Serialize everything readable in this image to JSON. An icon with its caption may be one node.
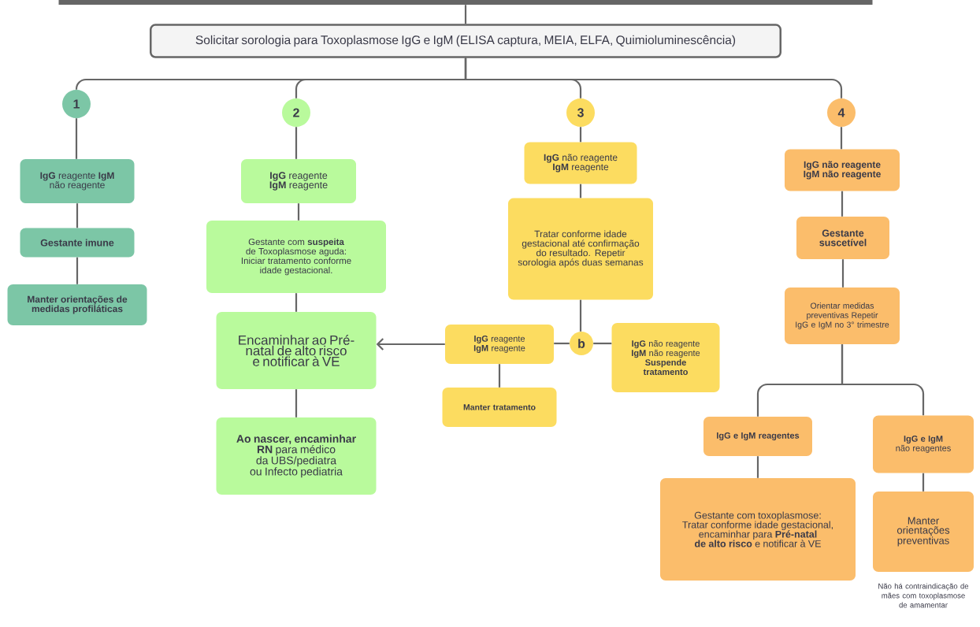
{
  "diagram": {
    "nodes": [
      {
        "text": [],
        "shape": "box"
      },
      {
        "text": [
          "Solicitar sorologia para Toxoplasmose IgG e IgM (ELISA captura, MEIA, ELFA, Quimioluminescência)"
        ]
      },
      {
        "text": [
          "1"
        ]
      },
      {
        "text": [
          "2"
        ]
      },
      {
        "text": [
          "3"
        ]
      },
      {
        "text": [
          "4"
        ]
      },
      {
        "text": [
          "**IgG** reagente **IgM** não reagente"
        ]
      },
      {
        "text": [
          "Gestante imune"
        ]
      },
      {
        "text": [
          "Manter orientações de medidas profiláticas"
        ]
      },
      {
        "text": [
          "**IgG** reagente **IgM** reagente"
        ]
      },
      {
        "text": [
          "Gestante com **suspeita** de Toxoplasmose aguda: Iniciar tratamento conforme idade gestacional."
        ]
      },
      {
        "text": [
          "Encaminhar ao Pré-natal de alto risco e notificar à VE"
        ]
      },
      {
        "text": [
          "**Ao nascer, encaminhar RN** para médico da UBS/pediatra ou Infecto pediatria"
        ]
      },
      {
        "text": [
          "**IgG** não reagente **IgM** reagente"
        ]
      },
      {
        "text": [
          "Tratar conforme idade gestacional até confirmação do resultado. Repetir sorologia após duas semanas"
        ]
      },
      {
        "text": [
          "b"
        ]
      },
      {
        "text": [
          "**IgG** reagente **IgM** reagente"
        ]
      },
      {
        "text": [
          "Manter tratamento"
        ]
      },
      {
        "text": [
          "**IgG** não reagente **IgM** não reagente **Suspende tratamento**"
        ]
      },
      {
        "text": [
          "IgG não reagente IgM não reagente"
        ]
      },
      {
        "text": [
          "Gestante suscetível"
        ]
      },
      {
        "text": [
          "Orientar medidas preventivas Repetir IgG e IgM no 3° trimestre"
        ]
      },
      {
        "text": [
          "IgG e IgM reagentes"
        ]
      },
      {
        "text": [
          "**IgG e IgM** não reagentes"
        ]
      },
      {
        "text": [
          "Gestante com toxoplasmose: Tratar conforme idade gestacional, encaminhar para **Pré-natal de alto risco** e notificar à VE"
        ]
      },
      {
        "text": [
          "Manter orientações preventivas"
        ],
        "beside": [
          "Não há contraindicação de mães com toxoplasmose de amamentar"
        ]
      }
    ],
    "edges": [
      {
        "from": 0,
        "to": 1,
        "arrow": "none"
      },
      {
        "from": 1,
        "to": 2,
        "arrow": "none"
      },
      {
        "from": 1,
        "to": 3,
        "arrow": "none"
      },
      {
        "from": 1,
        "to": 4,
        "arrow": "none"
      },
      {
        "from": 1,
        "to": 5,
        "arrow": "none"
      },
      {
        "from": 2,
        "to": 6,
        "arrow": "none"
      },
      {
        "from": 6,
        "to": 7,
        "arrow": "none"
      },
      {
        "from": 7,
        "to": 8,
        "arrow": "none"
      },
      {
        "from": 3,
        "to": 9,
        "arrow": "none"
      },
      {
        "from": 9,
        "to": 10,
        "arrow": "none"
      },
      {
        "from": 10,
        "to": 11,
        "arrow": "none"
      },
      {
        "from": 11,
        "to": 12,
        "arrow": "none"
      },
      {
        "from": 4,
        "to": 13,
        "arrow": "none"
      },
      {
        "from": 13,
        "to": 14,
        "arrow": "none"
      },
      {
        "from": 14,
        "to": 15,
        "arrow": "none"
      },
      {
        "from": 15,
        "to": 16,
        "arrow": "none"
      },
      {
        "from": 16,
        "to": 17,
        "arrow": "none"
      },
      {
        "from": 15,
        "to": 18,
        "arrow": "none"
      },
      {
        "from": 16,
        "to": 11,
        "arrow": "to"
      },
      {
        "from": 5,
        "to": 19,
        "arrow": "none"
      },
      {
        "from": 19,
        "to": 20,
        "arrow": "none"
      },
      {
        "from": 20,
        "to": 21,
        "arrow": "none"
      },
      {
        "from": 21,
        "to": 22,
        "arrow": "none"
      },
      {
        "from": 21,
        "to": 23,
        "arrow": "none"
      },
      {
        "from": 22,
        "to": 24,
        "arrow": "none"
      },
      {
        "from": 23,
        "to": 25,
        "arrow": "none"
      }
    ]
  }
}
